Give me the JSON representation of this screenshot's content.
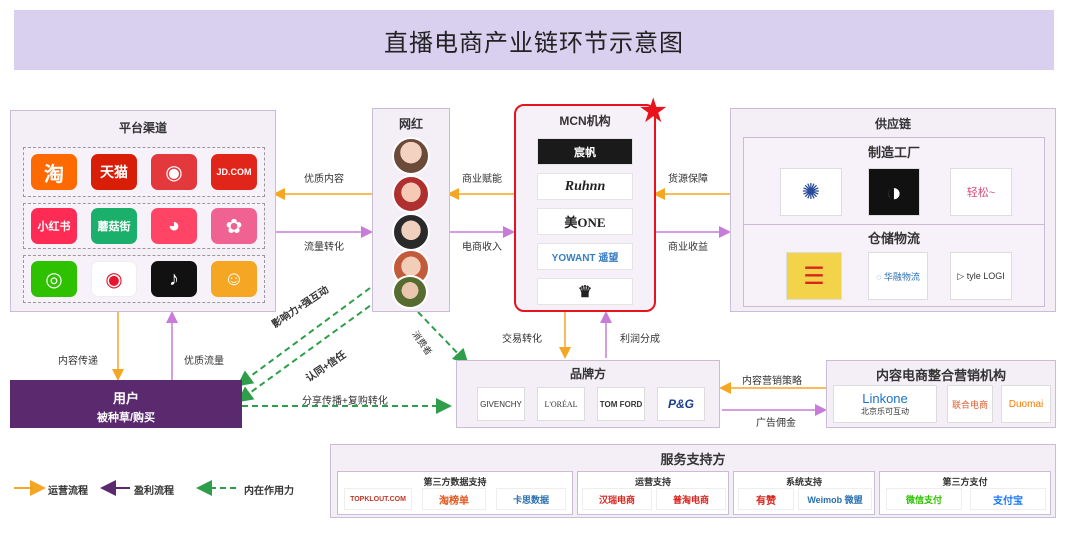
{
  "title": "直播电商产业链环节示意图",
  "platform": {
    "title": "平台渠道",
    "row1": [
      {
        "text": "淘",
        "color": "#ff6a00"
      },
      {
        "text": "天猫",
        "color": "#d81e06"
      },
      {
        "text": "◉",
        "color": "#e4393c"
      },
      {
        "text": "JD.COM",
        "color": "#e1251b"
      }
    ],
    "row2": [
      {
        "text": "小红书",
        "color": "#fe2c55"
      },
      {
        "text": "蘑菇街",
        "color": "#1ab06b"
      },
      {
        "text": "◕",
        "color": "#ff4466"
      },
      {
        "text": "✿",
        "color": "#f06292"
      }
    ],
    "row3": [
      {
        "text": "◎",
        "color": "#2dc100"
      },
      {
        "text": "◉",
        "color": "#e6162d"
      },
      {
        "text": "♪",
        "color": "#111111"
      },
      {
        "text": "☺",
        "color": "#f5a623"
      }
    ]
  },
  "wanghong": {
    "title": "网红"
  },
  "mcn": {
    "title": "MCN机构",
    "logos": [
      "宸帆",
      "Ruhnn",
      "美ONE",
      "YOWANT 遥望",
      "♛"
    ]
  },
  "supply": {
    "title": "供应链",
    "factory_title": "制造工厂",
    "warehouse_title": "仓储物流",
    "factory_logos": [
      "✺",
      "◑",
      "轻松~"
    ],
    "warehouse_logos": [
      "☰",
      "◌ 华融物流",
      "▷ tyle LOGI"
    ]
  },
  "brand": {
    "title": "品牌方",
    "logos": [
      "GIVENCHY",
      "L'ORÉAL",
      "TOM FORD",
      "P&G"
    ]
  },
  "user": {
    "title": "用户",
    "subtitle": "被种草/购买"
  },
  "integrator": {
    "title": "内容电商整合营销机构",
    "linkone": "Linkone",
    "linkone_sub": "北京乐可互动",
    "logo2": "联合电商",
    "duomai": "Duomai"
  },
  "service": {
    "title": "服务支持方",
    "groups": [
      {
        "title": "第三方数据支持",
        "logos": [
          "TOPKLOUT.COM",
          "淘榜单",
          "卡思数据"
        ]
      },
      {
        "title": "运营支持",
        "logos": [
          "汉瑞电商",
          "普淘电商"
        ]
      },
      {
        "title": "系统支持",
        "logos": [
          "有赞",
          "Weimob 微盟"
        ]
      },
      {
        "title": "第三方支付",
        "logos": [
          "微信支付",
          "支付宝"
        ]
      }
    ]
  },
  "flows": {
    "quality_content": "优质内容",
    "traffic_conversion": "流量转化",
    "commercial_empower": "商业赋能",
    "ecommerce_income": "电商收入",
    "supply_guarantee": "货源保障",
    "commercial_revenue": "商业收益",
    "content_spread": "内容传递",
    "quality_traffic": "优质流量",
    "influence_interact": "影响力+强互动",
    "trust_identity": "认同+信任",
    "grass": "消费者",
    "share_repurchase": "分享传播+复购转化",
    "transaction": "交易转化",
    "profit_split": "利润分成",
    "content_marketing": "内容营销策略",
    "ad_commission": "广告佣金"
  },
  "legend": {
    "operation": "运营流程",
    "profit": "盈利流程",
    "inner": "内在作用力"
  },
  "colors": {
    "operation": "#f5a623",
    "profit": "#5b2a6e",
    "inner": "#2e9e4a",
    "pink_arrow": "#c77dd8",
    "star": "#e8131c"
  }
}
